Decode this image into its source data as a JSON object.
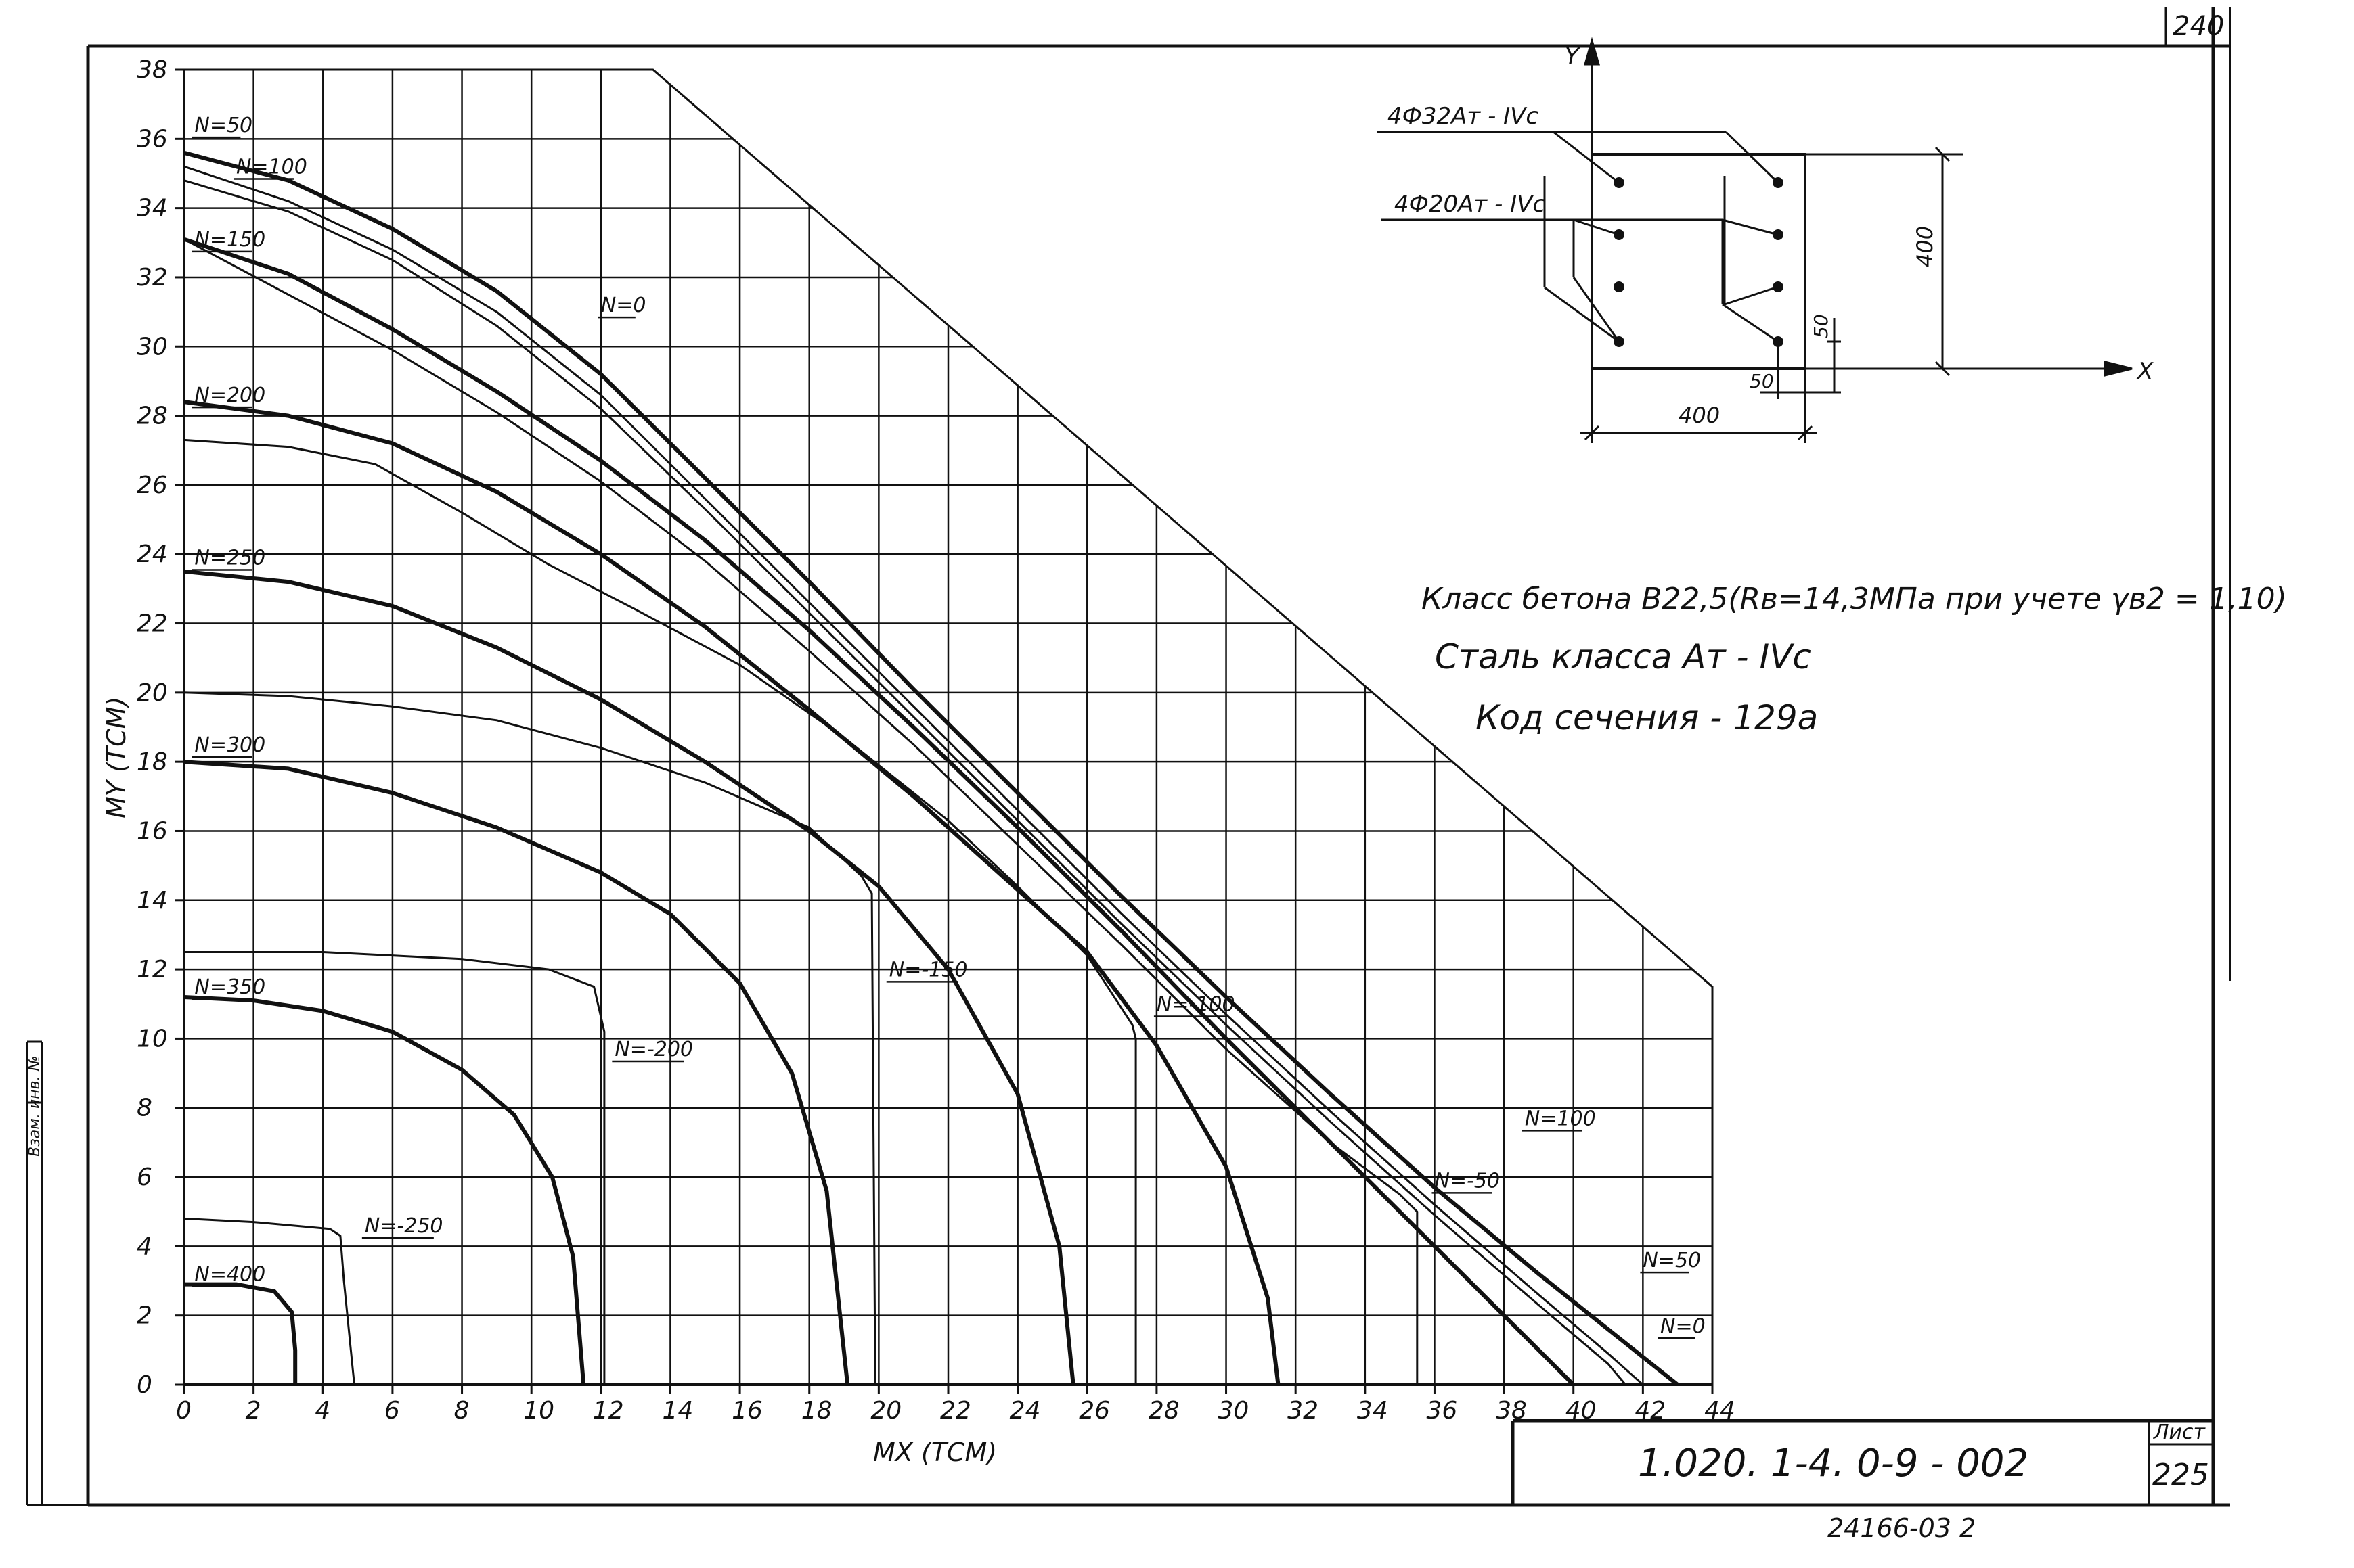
{
  "sheet": {
    "corner_number": "240",
    "list_label": "Лист",
    "list_number": "225",
    "document_code": "1.020. 1-4.   0-9 - 002",
    "bottom_stamp": "24166-03  2",
    "side_stamp": "Взам. инв. №"
  },
  "notes": {
    "concrete_class": "Класс бетона В22,5(Rв=14,3МПа при учете γв2 = 1,10)",
    "steel_class": "Сталь класса Ат - IVс",
    "section_code": "Код сечения - 129а"
  },
  "section": {
    "rebar_top": "4Ф32Ат - IVс",
    "rebar_mid": "4Ф20Ат - IVс",
    "height_dim": "400",
    "width_dim": "400",
    "cover_x": "50",
    "cover_y": "50",
    "axis_x": "X",
    "axis_y": "Y",
    "colors": {
      "ink": "#111111"
    }
  },
  "chart_data": {
    "type": "line",
    "title": "",
    "xlabel": "MX (TCM)",
    "ylabel": "MY (TCM)",
    "xlim": [
      0,
      44
    ],
    "ylim": [
      0,
      38
    ],
    "x_ticks": [
      0,
      2,
      4,
      6,
      8,
      10,
      12,
      14,
      16,
      18,
      20,
      22,
      24,
      26,
      28,
      30,
      32,
      34,
      36,
      38,
      40,
      42,
      44
    ],
    "y_ticks": [
      0,
      2,
      4,
      6,
      8,
      10,
      12,
      14,
      16,
      18,
      20,
      22,
      24,
      26,
      28,
      30,
      32,
      34,
      36,
      38
    ],
    "grid": true,
    "envelope": [
      [
        0,
        38
      ],
      [
        13.5,
        38
      ],
      [
        44,
        11.5
      ]
    ],
    "series": [
      {
        "name": "N=50",
        "weight": "bold",
        "points": [
          [
            0,
            35.6
          ],
          [
            3,
            34.8
          ],
          [
            6,
            33.4
          ],
          [
            9,
            31.6
          ],
          [
            12,
            29.2
          ],
          [
            15,
            26.2
          ],
          [
            18,
            23.2
          ],
          [
            21,
            20.1
          ],
          [
            24,
            17.1
          ],
          [
            27,
            14.1
          ],
          [
            30,
            11.2
          ],
          [
            33,
            8.4
          ],
          [
            36,
            5.7
          ],
          [
            39,
            3.2
          ],
          [
            41,
            1.6
          ],
          [
            43,
            0
          ]
        ]
      },
      {
        "name": "N=100",
        "weight": "thin",
        "points": [
          [
            0,
            35.2
          ],
          [
            3,
            34.2
          ],
          [
            6,
            32.8
          ],
          [
            9,
            31.0
          ],
          [
            12,
            28.6
          ],
          [
            15,
            25.6
          ],
          [
            18,
            22.6
          ],
          [
            21,
            19.6
          ],
          [
            24,
            16.6
          ],
          [
            27,
            13.6
          ],
          [
            30,
            10.7
          ],
          [
            33,
            7.9
          ],
          [
            36,
            5.2
          ],
          [
            39,
            2.6
          ],
          [
            41,
            0.9
          ],
          [
            42,
            0
          ]
        ]
      },
      {
        "name": "N=0",
        "weight": "thin",
        "points": [
          [
            0,
            34.8
          ],
          [
            3,
            33.9
          ],
          [
            6,
            32.5
          ],
          [
            9,
            30.6
          ],
          [
            12,
            28.2
          ],
          [
            15,
            25.3
          ],
          [
            18,
            22.3
          ],
          [
            21,
            19.3
          ],
          [
            24,
            16.3
          ],
          [
            27,
            13.3
          ],
          [
            30,
            10.4
          ],
          [
            33,
            7.6
          ],
          [
            36,
            4.9
          ],
          [
            39,
            2.3
          ],
          [
            41,
            0.6
          ],
          [
            41.5,
            0
          ]
        ]
      },
      {
        "name": "N=150",
        "weight": "bold",
        "points": [
          [
            0,
            33.1
          ],
          [
            3,
            32.1
          ],
          [
            6,
            30.5
          ],
          [
            9,
            28.7
          ],
          [
            12,
            26.7
          ],
          [
            15,
            24.4
          ],
          [
            18,
            21.8
          ],
          [
            21,
            19.0
          ],
          [
            24,
            16.1
          ],
          [
            27,
            13.1
          ],
          [
            30,
            10.0
          ],
          [
            33,
            7.0
          ],
          [
            36,
            4.0
          ],
          [
            38,
            2.0
          ],
          [
            40,
            0
          ]
        ]
      },
      {
        "name": "N=-50",
        "weight": "thin",
        "points": [
          [
            0,
            33.1
          ],
          [
            3,
            31.5
          ],
          [
            6,
            29.9
          ],
          [
            9,
            28.1
          ],
          [
            12,
            26.1
          ],
          [
            15,
            23.8
          ],
          [
            18,
            21.2
          ],
          [
            21,
            18.5
          ],
          [
            24,
            15.6
          ],
          [
            27,
            12.7
          ],
          [
            30,
            9.7
          ],
          [
            33,
            7.0
          ],
          [
            35,
            5.5
          ],
          [
            35.5,
            5.0
          ],
          [
            35.5,
            0
          ]
        ]
      },
      {
        "name": "N=200",
        "weight": "bold",
        "points": [
          [
            0,
            28.4
          ],
          [
            3,
            28.0
          ],
          [
            6,
            27.2
          ],
          [
            9,
            25.8
          ],
          [
            12,
            24.0
          ],
          [
            15,
            21.9
          ],
          [
            18,
            19.5
          ],
          [
            21,
            17.0
          ],
          [
            24,
            14.3
          ],
          [
            26,
            12.5
          ],
          [
            28,
            9.8
          ],
          [
            30,
            6.3
          ],
          [
            31.2,
            2.5
          ],
          [
            31.5,
            0
          ]
        ]
      },
      {
        "name": "N=-100",
        "weight": "thin",
        "points": [
          [
            0,
            27.3
          ],
          [
            3,
            27.1
          ],
          [
            5.5,
            26.6
          ],
          [
            8,
            25.2
          ],
          [
            10.5,
            23.7
          ],
          [
            13,
            22.4
          ],
          [
            16,
            20.8
          ],
          [
            19,
            18.7
          ],
          [
            22,
            16.3
          ],
          [
            24,
            14.4
          ],
          [
            26,
            12.4
          ],
          [
            27.3,
            10.4
          ],
          [
            27.4,
            10.0
          ],
          [
            27.4,
            0
          ]
        ]
      },
      {
        "name": "N=250",
        "weight": "bold",
        "points": [
          [
            0,
            23.5
          ],
          [
            3,
            23.2
          ],
          [
            6,
            22.5
          ],
          [
            9,
            21.3
          ],
          [
            12,
            19.8
          ],
          [
            15,
            18.0
          ],
          [
            18,
            16.0
          ],
          [
            20,
            14.4
          ],
          [
            22,
            12.0
          ],
          [
            24,
            8.4
          ],
          [
            25.2,
            4.0
          ],
          [
            25.6,
            0
          ]
        ]
      },
      {
        "name": "N=-150",
        "weight": "thin",
        "points": [
          [
            0,
            20.0
          ],
          [
            3,
            19.9
          ],
          [
            6,
            19.6
          ],
          [
            9,
            19.2
          ],
          [
            12,
            18.4
          ],
          [
            15,
            17.4
          ],
          [
            18,
            16.1
          ],
          [
            19.5,
            14.7
          ],
          [
            19.8,
            14.2
          ],
          [
            19.9,
            0
          ]
        ]
      },
      {
        "name": "N=300",
        "weight": "bold",
        "points": [
          [
            0,
            18.0
          ],
          [
            3,
            17.8
          ],
          [
            6,
            17.1
          ],
          [
            9,
            16.1
          ],
          [
            12,
            14.8
          ],
          [
            14,
            13.6
          ],
          [
            16,
            11.6
          ],
          [
            17.5,
            9.0
          ],
          [
            18.5,
            5.6
          ],
          [
            19.1,
            0
          ]
        ]
      },
      {
        "name": "N=-200",
        "weight": "thin",
        "points": [
          [
            0,
            12.5
          ],
          [
            4,
            12.5
          ],
          [
            8,
            12.3
          ],
          [
            10.5,
            12.0
          ],
          [
            11.8,
            11.5
          ],
          [
            12.1,
            10.2
          ],
          [
            12.1,
            0
          ]
        ]
      },
      {
        "name": "N=350",
        "weight": "bold",
        "points": [
          [
            0,
            11.2
          ],
          [
            2,
            11.1
          ],
          [
            4,
            10.8
          ],
          [
            6,
            10.2
          ],
          [
            8,
            9.1
          ],
          [
            9.5,
            7.8
          ],
          [
            10.6,
            6.0
          ],
          [
            11.2,
            3.7
          ],
          [
            11.5,
            0
          ]
        ]
      },
      {
        "name": "N=-250",
        "weight": "thin",
        "points": [
          [
            0,
            4.8
          ],
          [
            2,
            4.7
          ],
          [
            4.2,
            4.5
          ],
          [
            4.5,
            4.3
          ],
          [
            4.6,
            3.0
          ],
          [
            4.9,
            0
          ]
        ]
      },
      {
        "name": "N=400",
        "weight": "bold",
        "points": [
          [
            0,
            2.9
          ],
          [
            1.5,
            2.9
          ],
          [
            2.6,
            2.7
          ],
          [
            3.1,
            2.1
          ],
          [
            3.2,
            1.0
          ],
          [
            3.2,
            0
          ]
        ]
      }
    ],
    "labels": [
      {
        "text": "N=50",
        "x": 0.3,
        "y": 36.2
      },
      {
        "text": "N=100",
        "x": 1.5,
        "y": 35.0
      },
      {
        "text": "N=150",
        "x": 0.3,
        "y": 32.9
      },
      {
        "text": "N=0",
        "x": 12.0,
        "y": 31.0
      },
      {
        "text": "N=200",
        "x": 0.3,
        "y": 28.4
      },
      {
        "text": "N=250",
        "x": 0.3,
        "y": 23.7
      },
      {
        "text": "N=300",
        "x": 0.3,
        "y": 18.3
      },
      {
        "text": "N=350",
        "x": 0.3,
        "y": 11.3
      },
      {
        "text": "N=400",
        "x": 0.3,
        "y": 3.0
      },
      {
        "text": "N=-250",
        "x": 5.2,
        "y": 4.4
      },
      {
        "text": "N=-200",
        "x": 12.4,
        "y": 9.5
      },
      {
        "text": "N=-150",
        "x": 20.3,
        "y": 11.8
      },
      {
        "text": "N=-100",
        "x": 28.0,
        "y": 10.8
      },
      {
        "text": "N=100",
        "x": 38.6,
        "y": 7.5
      },
      {
        "text": "N=-50",
        "x": 36.0,
        "y": 5.7
      },
      {
        "text": "N=50",
        "x": 42.0,
        "y": 3.4
      },
      {
        "text": "N=0",
        "x": 42.5,
        "y": 1.5
      }
    ]
  }
}
